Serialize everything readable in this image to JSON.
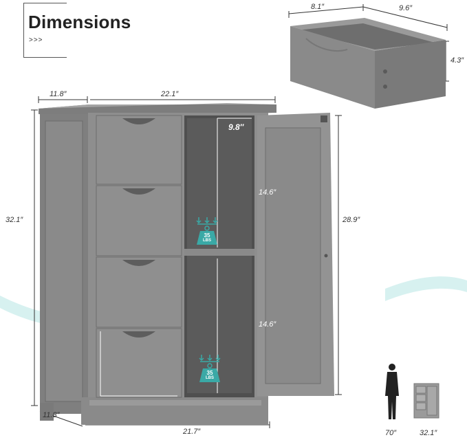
{
  "title": "Dimensions",
  "title_arrows": ">>>",
  "colors": {
    "cabinet": "#8c8c8c",
    "cabinet_dark": "#6f6f6f",
    "cabinet_light": "#a5a5a5",
    "accent_teal": "#3aa9a6",
    "swoosh": "#cfeeed",
    "text": "#333333"
  },
  "drawer_dims": {
    "width": "8.1″",
    "depth": "9.6″",
    "height": "4.3″"
  },
  "cabinet_dims": {
    "top_depth": "11.8″",
    "top_width": "22.1″",
    "height_total": "32.1″",
    "height_interior": "28.9″",
    "interior_width": "9.8″",
    "shelf_upper": "14.6″",
    "shelf_lower": "14.6″",
    "bottom_depth": "11.8″",
    "bottom_width": "21.7″"
  },
  "weight_badges": [
    {
      "value": "35",
      "unit": "LBS"
    },
    {
      "value": "35",
      "unit": "LBS"
    }
  ],
  "scale_comparison": {
    "person_height": "70″",
    "cabinet_height": "32.1″"
  }
}
